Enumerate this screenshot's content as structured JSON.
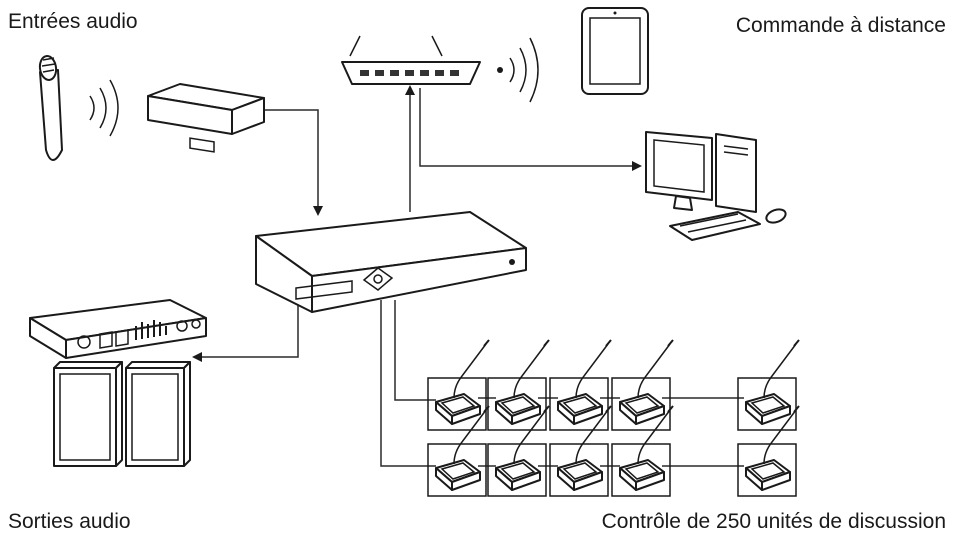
{
  "labels": {
    "audio_inputs": "Entrées audio",
    "remote_control": "Commande à distance",
    "audio_outputs": "Sorties audio",
    "units_control": "Contrôle de 250 unités de discussion"
  },
  "icons": [
    "wireless-microphone-icon",
    "wireless-receiver-icon",
    "router-icon",
    "wifi-signal-icon",
    "tablet-icon",
    "desktop-computer-icon",
    "central-control-unit-icon",
    "audio-interface-icon",
    "speaker-icon",
    "discussion-unit-icon"
  ]
}
